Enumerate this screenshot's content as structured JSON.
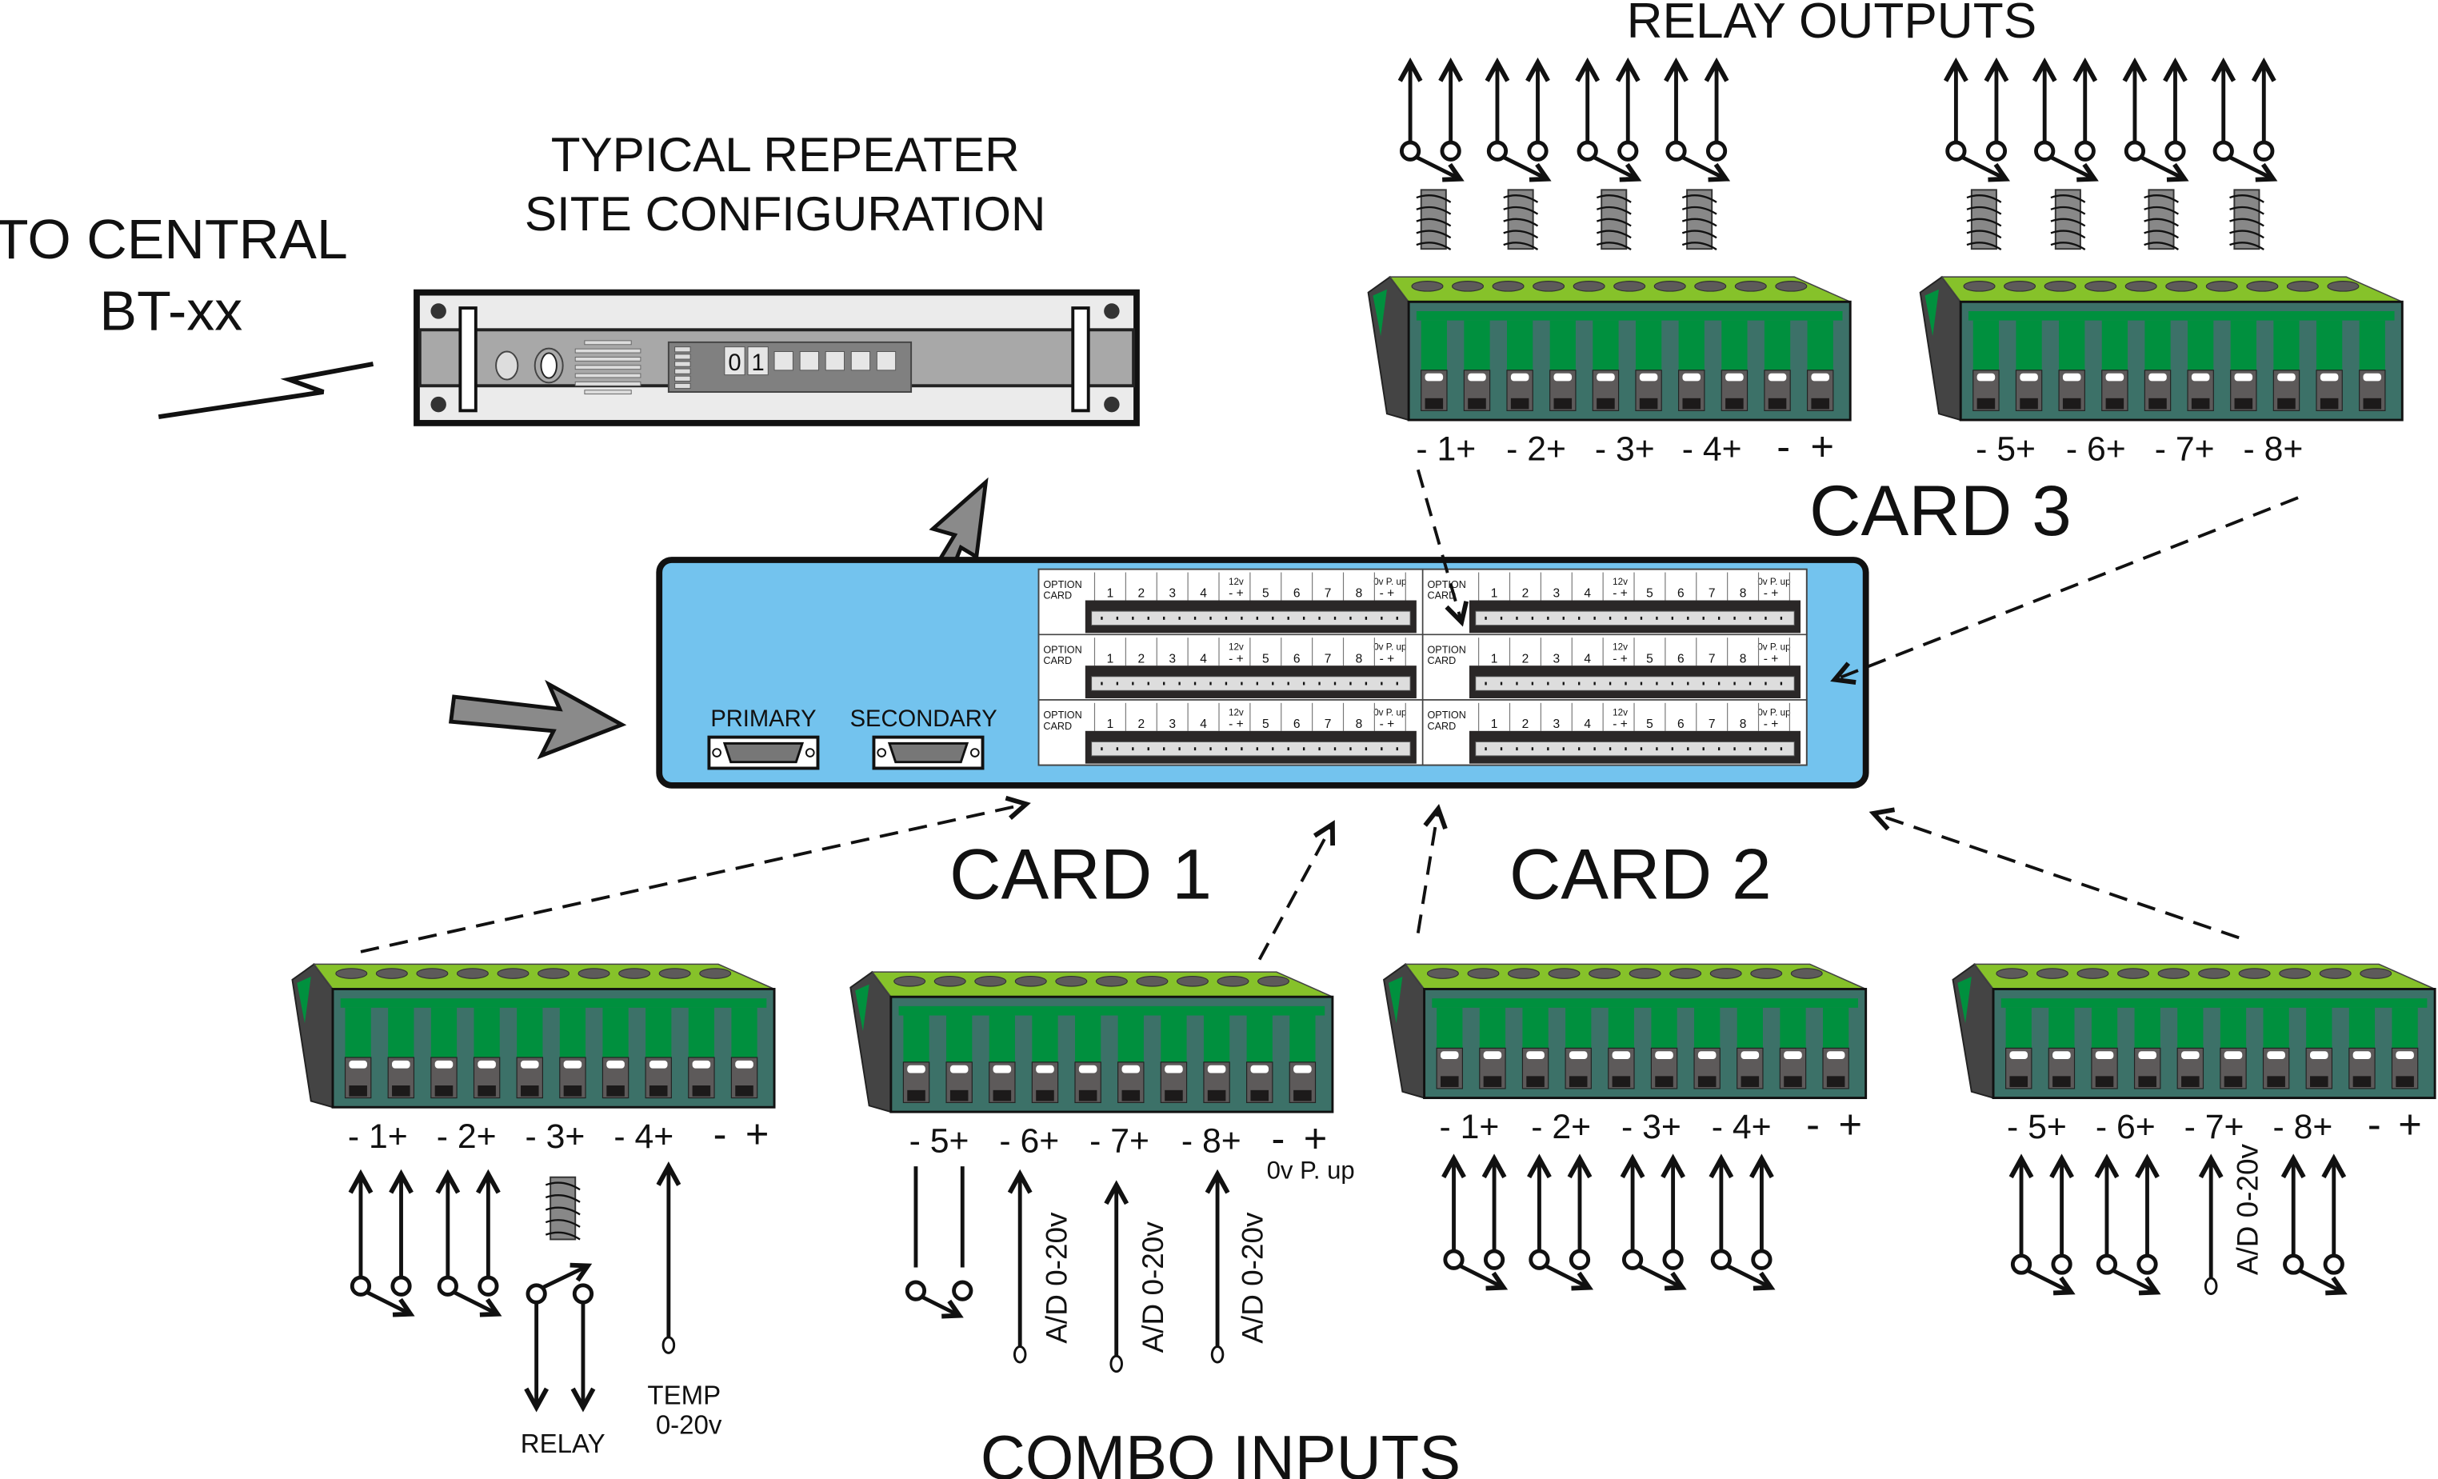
{
  "title_relay_outputs": "RELAY OUTPUTS",
  "repeater_title": [
    "TYPICAL REPEATER",
    "SITE CONFIGURATION"
  ],
  "central": [
    "TO CENTRAL",
    "BT-xx"
  ],
  "repeater_display": [
    "0",
    "1"
  ],
  "panel": {
    "primary": "PRIMARY",
    "secondary": "SECONDARY",
    "option_card": [
      "OPTION",
      "CARD"
    ],
    "terminals_a": [
      "1",
      "2",
      "3",
      "4"
    ],
    "terminals_b": [
      "5",
      "6",
      "7",
      "8"
    ],
    "v12": "12v",
    "minus_plus": "- +",
    "pullup": "0v P. up"
  },
  "card_labels": {
    "card1": "CARD 1",
    "card2": "CARD 2",
    "card3": "CARD 3"
  },
  "combo_inputs": "COMBO INPUTS",
  "blocks": {
    "relay_1_4": [
      "- 1+",
      "- 2+",
      "- 3+",
      "- 4+",
      "-",
      "+"
    ],
    "relay_5_8": [
      "- 5+",
      "- 6+",
      "- 7+",
      "- 8+"
    ],
    "card1_1_4": [
      "- 1+",
      "- 2+",
      "- 3+",
      "- 4+",
      "-",
      "+"
    ],
    "card1_5_8": [
      "- 5+",
      "- 6+",
      "- 7+",
      "- 8+",
      "-",
      "+"
    ],
    "card2_1_4": [
      "- 1+",
      "- 2+",
      "- 3+",
      "- 4+",
      "-",
      "+"
    ],
    "card2_5_8": [
      "- 5+",
      "- 6+",
      "- 7+",
      "- 8+",
      "-",
      "+"
    ]
  },
  "input_labels": {
    "relay": "RELAY",
    "temp": [
      "TEMP",
      "0-20v"
    ],
    "ad": "A/D  0-20v",
    "pullup": "0v  P. up"
  },
  "colors": {
    "panel_blue": "#73c3ee",
    "block_top_green": "#86c22a",
    "block_face_teal": "#3c7168",
    "block_finger_green": "#00903e",
    "clamp_gray": "#5d5a5a",
    "arrow_gray": "#8a8a8a"
  }
}
